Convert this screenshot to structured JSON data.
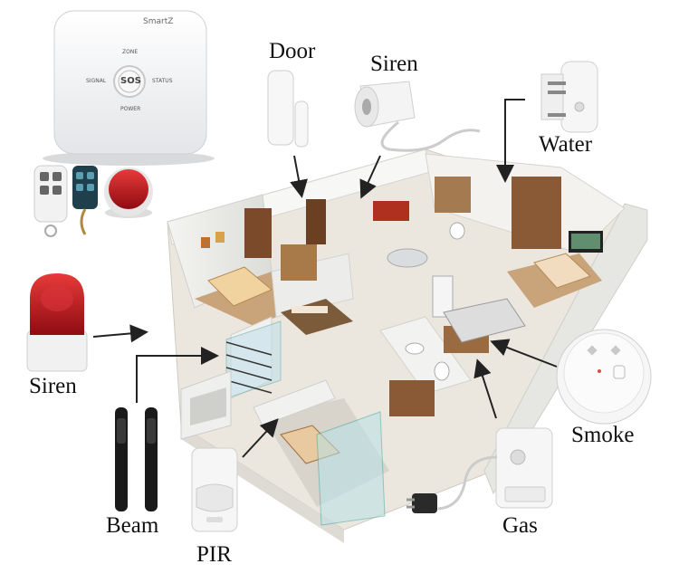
{
  "hub": {
    "brand": "SmartZ",
    "sos": "SOS",
    "zone": "ZONE",
    "signal": "SIGNAL",
    "status": "STATUS",
    "power": "POWER"
  },
  "labels": {
    "door": "Door",
    "siren_top": "Siren",
    "water": "Water",
    "siren_left": "Siren",
    "smoke": "Smoke",
    "beam": "Beam",
    "gas": "Gas",
    "pir": "PIR"
  },
  "colors": {
    "siren_red": "#c0141c",
    "remote_teal": "#2f6f80",
    "floor": "#e9e6df",
    "wood": "#8a5a36"
  }
}
